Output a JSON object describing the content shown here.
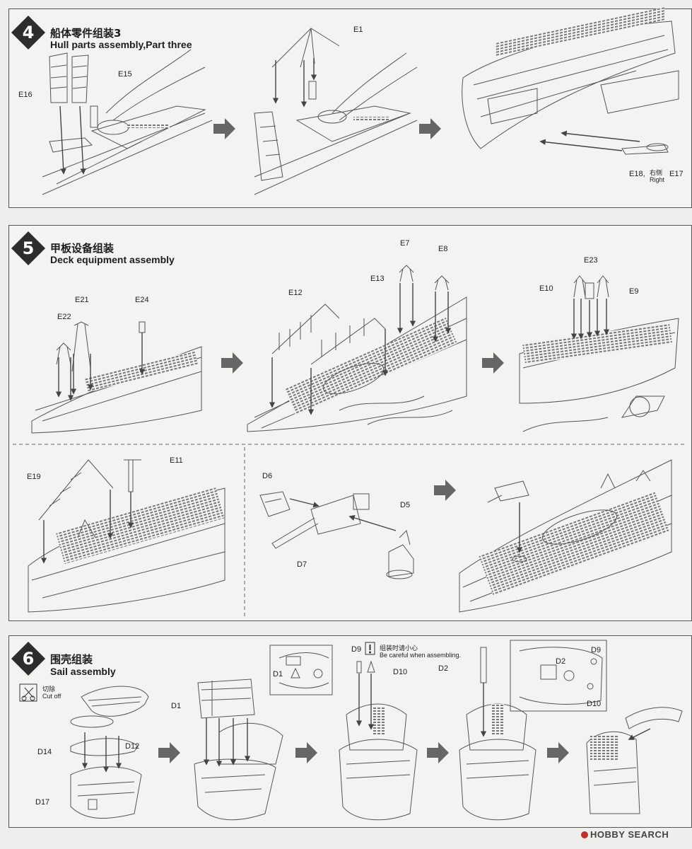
{
  "steps": [
    {
      "number": "4",
      "title_cn": "船体零件组装3",
      "title_en": "Hull parts assembly,Part three"
    },
    {
      "number": "5",
      "title_cn": "甲板设备组装",
      "title_en": "Deck equipment assembly"
    },
    {
      "number": "6",
      "title_cn": "围壳组装",
      "title_en": "Sail assembly"
    }
  ],
  "step4_labels": {
    "e1": "E1",
    "e15": "E15",
    "e16": "E16",
    "e18": "E18,",
    "right_cn": "右侧",
    "right_en": "Right",
    "e17": "E17"
  },
  "step5_labels": {
    "e21": "E21",
    "e22": "E22",
    "e24": "E24",
    "e12": "E12",
    "e13": "E13",
    "e7": "E7",
    "e8": "E8",
    "e23": "E23",
    "e10": "E10",
    "e9": "E9",
    "e19": "E19",
    "e11": "E11",
    "d6": "D6",
    "d5": "D5",
    "d7": "D7"
  },
  "step6_labels": {
    "cut_cn": "切除",
    "cut_en": "Cut off",
    "d14": "D14",
    "d12": "D12",
    "d17": "D17",
    "d1_a": "D1",
    "d1_b": "D1",
    "d9_a": "D9",
    "d10_a": "D10",
    "careful_cn": "组装时请小心",
    "careful_en": "Be careful when assembling.",
    "d2_a": "D2",
    "d2_b": "D2",
    "d9_b": "D9",
    "d10_b": "D10"
  },
  "watermark": {
    "brand": "HOBBY SEARCH",
    "accent": "#c0302a"
  }
}
